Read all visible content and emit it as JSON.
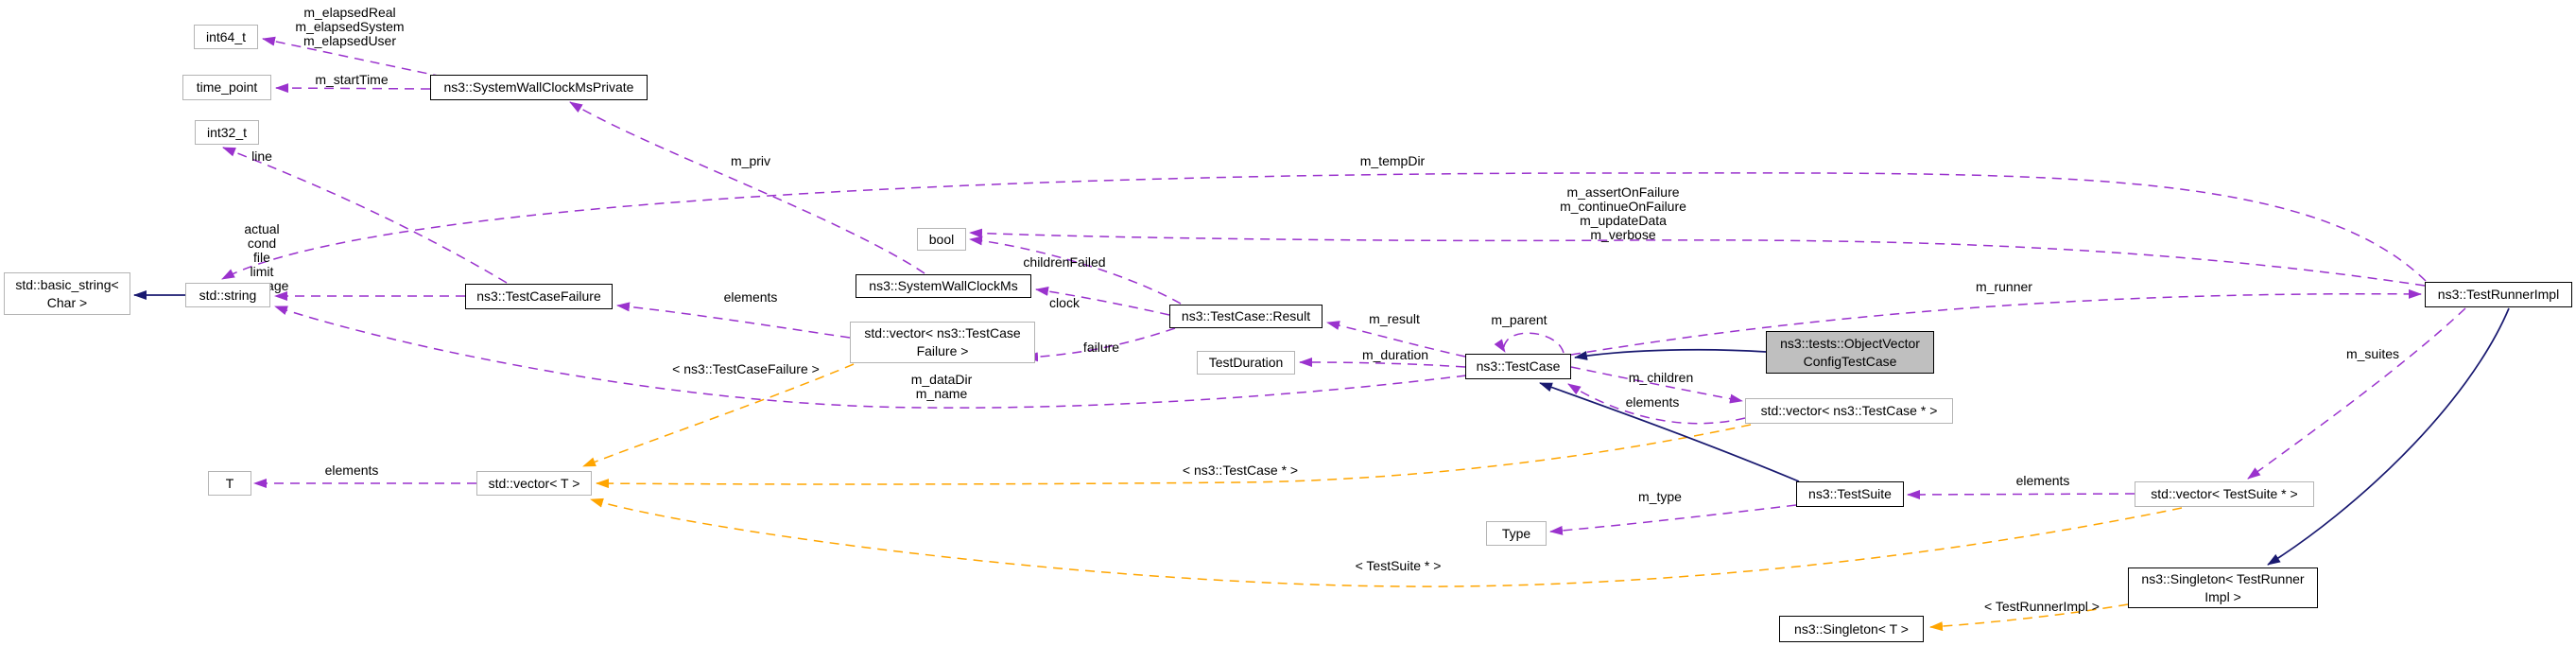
{
  "diagram": {
    "type": "doxygen-collaboration-graph",
    "subject": "ns3::tests::ObjectVectorConfigTestCase",
    "colors": {
      "usage_edge": "#9a32cd",
      "template_edge": "#ffa500",
      "inheritance_edge": "#191970",
      "current_node_fill": "#bfbfbf",
      "external_node_border": "#b4b4b4",
      "documented_node_border": "#000000",
      "background": "#ffffff"
    },
    "nodes": {
      "int64": {
        "label": "int64_t"
      },
      "time_point": {
        "label": "time_point"
      },
      "swcms_private": {
        "label": "ns3::SystemWallClockMsPrivate"
      },
      "int32": {
        "label": "int32_t"
      },
      "basic_string": {
        "label": "std::basic_string<\nChar >"
      },
      "std_string": {
        "label": "std::string"
      },
      "tcf": {
        "label": "ns3::TestCaseFailure"
      },
      "bool": {
        "label": "bool"
      },
      "swcms": {
        "label": "ns3::SystemWallClockMs"
      },
      "vec_tcf": {
        "label": "std::vector< ns3::TestCase\nFailure >"
      },
      "result": {
        "label": "ns3::TestCase::Result"
      },
      "test_duration": {
        "label": "TestDuration"
      },
      "test_case": {
        "label": "ns3::TestCase"
      },
      "ovctc": {
        "label": "ns3::tests::ObjectVector\nConfigTestCase"
      },
      "vec_tc": {
        "label": "std::vector< ns3::TestCase * >"
      },
      "tri": {
        "label": "ns3::TestRunnerImpl"
      },
      "t": {
        "label": "T"
      },
      "vec_t": {
        "label": "std::vector< T >"
      },
      "test_suite": {
        "label": "ns3::TestSuite"
      },
      "type": {
        "label": "Type"
      },
      "vec_ts": {
        "label": "std::vector< TestSuite * >"
      },
      "singleton_tri": {
        "label": "ns3::Singleton< TestRunner\nImpl >"
      },
      "singleton_t": {
        "label": "ns3::Singleton< T >"
      }
    },
    "edge_labels": {
      "m_elapsed_block": "m_elapsedReal\nm_elapsedSystem\nm_elapsedUser",
      "m_start_time": "m_startTime",
      "m_priv": "m_priv",
      "m_temp_dir": "m_tempDir",
      "line": "line",
      "tcf_members_block": "actual\ncond\nfile\nlimit\nmessage",
      "m_assert_block": "m_assertOnFailure\nm_continueOnFailure\nm_updateData\nm_verbose",
      "children_failed": "childrenFailed",
      "clock": "clock",
      "failure": "failure",
      "elements_tcf": "elements",
      "m_datadir_block": "m_dataDir\nm_name",
      "m_result": "m_result",
      "m_duration": "m_duration",
      "m_parent": "m_parent",
      "m_children": "m_children",
      "elements_tc": "elements",
      "m_runner": "m_runner",
      "m_suites": "m_suites",
      "elements_ts": "elements",
      "m_type": "m_type",
      "elements_t": "elements",
      "tmpl_tcf": "< ns3::TestCaseFailure >",
      "tmpl_tc": "< ns3::TestCase * >",
      "tmpl_ts": "< TestSuite * >",
      "tmpl_tri": "< TestRunnerImpl >"
    },
    "edges": [
      {
        "from": "ns3::SystemWallClockMsPrivate",
        "to": "int64_t",
        "label": "m_elapsedReal m_elapsedSystem m_elapsedUser",
        "kind": "usage"
      },
      {
        "from": "ns3::SystemWallClockMsPrivate",
        "to": "time_point",
        "label": "m_startTime",
        "kind": "usage"
      },
      {
        "from": "ns3::SystemWallClockMs",
        "to": "ns3::SystemWallClockMsPrivate",
        "label": "m_priv",
        "kind": "usage"
      },
      {
        "from": "ns3::TestCaseFailure",
        "to": "int32_t",
        "label": "line",
        "kind": "usage"
      },
      {
        "from": "ns3::TestCaseFailure",
        "to": "std::string",
        "label": "actual cond file limit message",
        "kind": "usage"
      },
      {
        "from": "std::string",
        "to": "std::basic_string< Char >",
        "label": "",
        "kind": "inheritance"
      },
      {
        "from": "ns3::TestRunnerImpl",
        "to": "std::string",
        "label": "m_tempDir",
        "kind": "usage"
      },
      {
        "from": "ns3::TestRunnerImpl",
        "to": "bool",
        "label": "m_assertOnFailure m_continueOnFailure m_updateData m_verbose",
        "kind": "usage"
      },
      {
        "from": "ns3::TestCase::Result",
        "to": "bool",
        "label": "childrenFailed",
        "kind": "usage"
      },
      {
        "from": "ns3::TestCase::Result",
        "to": "ns3::SystemWallClockMs",
        "label": "clock",
        "kind": "usage"
      },
      {
        "from": "ns3::TestCase::Result",
        "to": "std::vector< ns3::TestCaseFailure >",
        "label": "failure",
        "kind": "usage"
      },
      {
        "from": "std::vector< ns3::TestCaseFailure >",
        "to": "ns3::TestCaseFailure",
        "label": "elements",
        "kind": "usage"
      },
      {
        "from": "ns3::TestCase",
        "to": "ns3::TestCase::Result",
        "label": "m_result",
        "kind": "usage"
      },
      {
        "from": "ns3::TestCase",
        "to": "TestDuration",
        "label": "m_duration",
        "kind": "usage"
      },
      {
        "from": "ns3::TestCase",
        "to": "ns3::TestCase",
        "label": "m_parent",
        "kind": "usage"
      },
      {
        "from": "ns3::TestCase",
        "to": "std::vector< ns3::TestCase * >",
        "label": "m_children",
        "kind": "usage"
      },
      {
        "from": "ns3::TestCase",
        "to": "std::string",
        "label": "m_dataDir m_name",
        "kind": "usage"
      },
      {
        "from": "ns3::TestCase",
        "to": "ns3::TestRunnerImpl",
        "label": "m_runner",
        "kind": "usage"
      },
      {
        "from": "std::vector< ns3::TestCase * >",
        "to": "ns3::TestCase",
        "label": "elements",
        "kind": "usage"
      },
      {
        "from": "ns3::tests::ObjectVectorConfigTestCase",
        "to": "ns3::TestCase",
        "label": "",
        "kind": "inheritance"
      },
      {
        "from": "ns3::TestSuite",
        "to": "ns3::TestCase",
        "label": "",
        "kind": "inheritance"
      },
      {
        "from": "ns3::TestRunnerImpl",
        "to": "std::vector< TestSuite * >",
        "label": "m_suites",
        "kind": "usage"
      },
      {
        "from": "std::vector< TestSuite * >",
        "to": "ns3::TestSuite",
        "label": "elements",
        "kind": "usage"
      },
      {
        "from": "ns3::TestSuite",
        "to": "Type",
        "label": "m_type",
        "kind": "usage"
      },
      {
        "from": "std::vector< T >",
        "to": "T",
        "label": "elements",
        "kind": "usage"
      },
      {
        "from": "ns3::TestRunnerImpl",
        "to": "ns3::Singleton< TestRunnerImpl >",
        "label": "",
        "kind": "inheritance"
      },
      {
        "from": "std::vector< ns3::TestCaseFailure >",
        "to": "std::vector< T >",
        "label": "< ns3::TestCaseFailure >",
        "kind": "template"
      },
      {
        "from": "std::vector< ns3::TestCase * >",
        "to": "std::vector< T >",
        "label": "< ns3::TestCase * >",
        "kind": "template"
      },
      {
        "from": "std::vector< TestSuite * >",
        "to": "std::vector< T >",
        "label": "< TestSuite * >",
        "kind": "template"
      },
      {
        "from": "ns3::Singleton< TestRunnerImpl >",
        "to": "ns3::Singleton< T >",
        "label": "< TestRunnerImpl >",
        "kind": "template"
      }
    ]
  }
}
